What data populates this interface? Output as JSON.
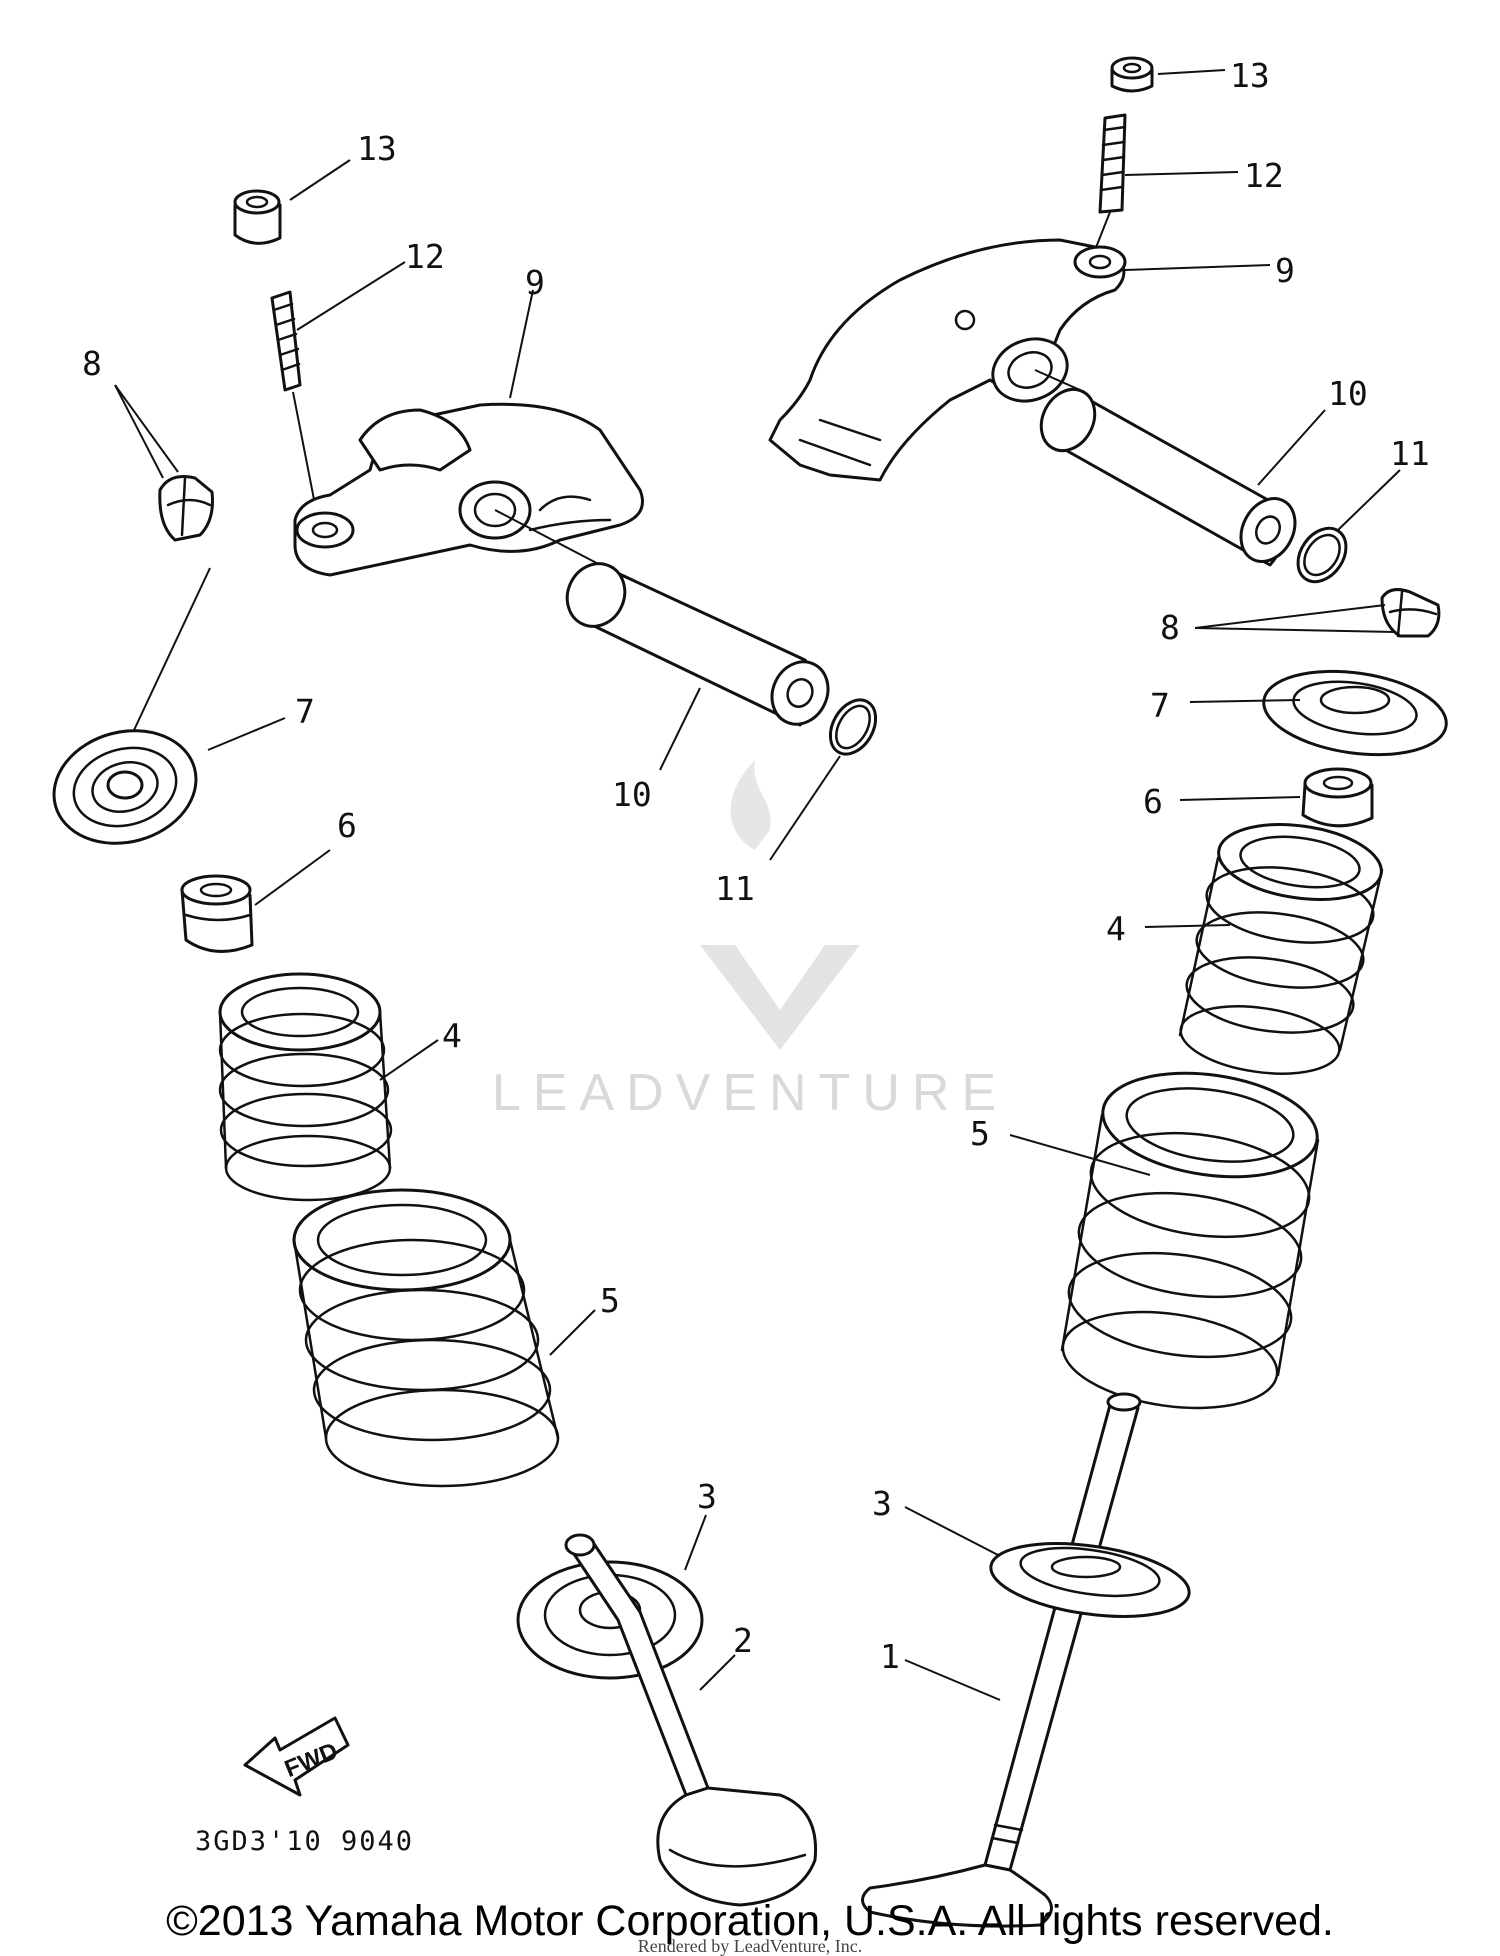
{
  "callouts": {
    "c1": "1",
    "c2": "2",
    "c3a": "3",
    "c3b": "3",
    "c4a": "4",
    "c4b": "4",
    "c5a": "5",
    "c5b": "5",
    "c6a": "6",
    "c6b": "6",
    "c7a": "7",
    "c7b": "7",
    "c8a": "8",
    "c8b": "8",
    "c9a": "9",
    "c9b": "9",
    "c10a": "10",
    "c10b": "10",
    "c11a": "11",
    "c11b": "11",
    "c12a": "12",
    "c12b": "12",
    "c13a": "13",
    "c13b": "13"
  },
  "fwd_label": "FWD",
  "diagram_code": "3GD3'10 9040",
  "watermark": {
    "brand": "LEADVENTURE"
  },
  "footer": {
    "copyright": "©2013 Yamaha Motor Corporation, U.S.A. All rights reserved.",
    "rendered_by": "Rendered by LeadVenture, Inc."
  },
  "colors": {
    "line": "#111111",
    "watermark": "#d9d9d9",
    "background": "#ffffff"
  }
}
